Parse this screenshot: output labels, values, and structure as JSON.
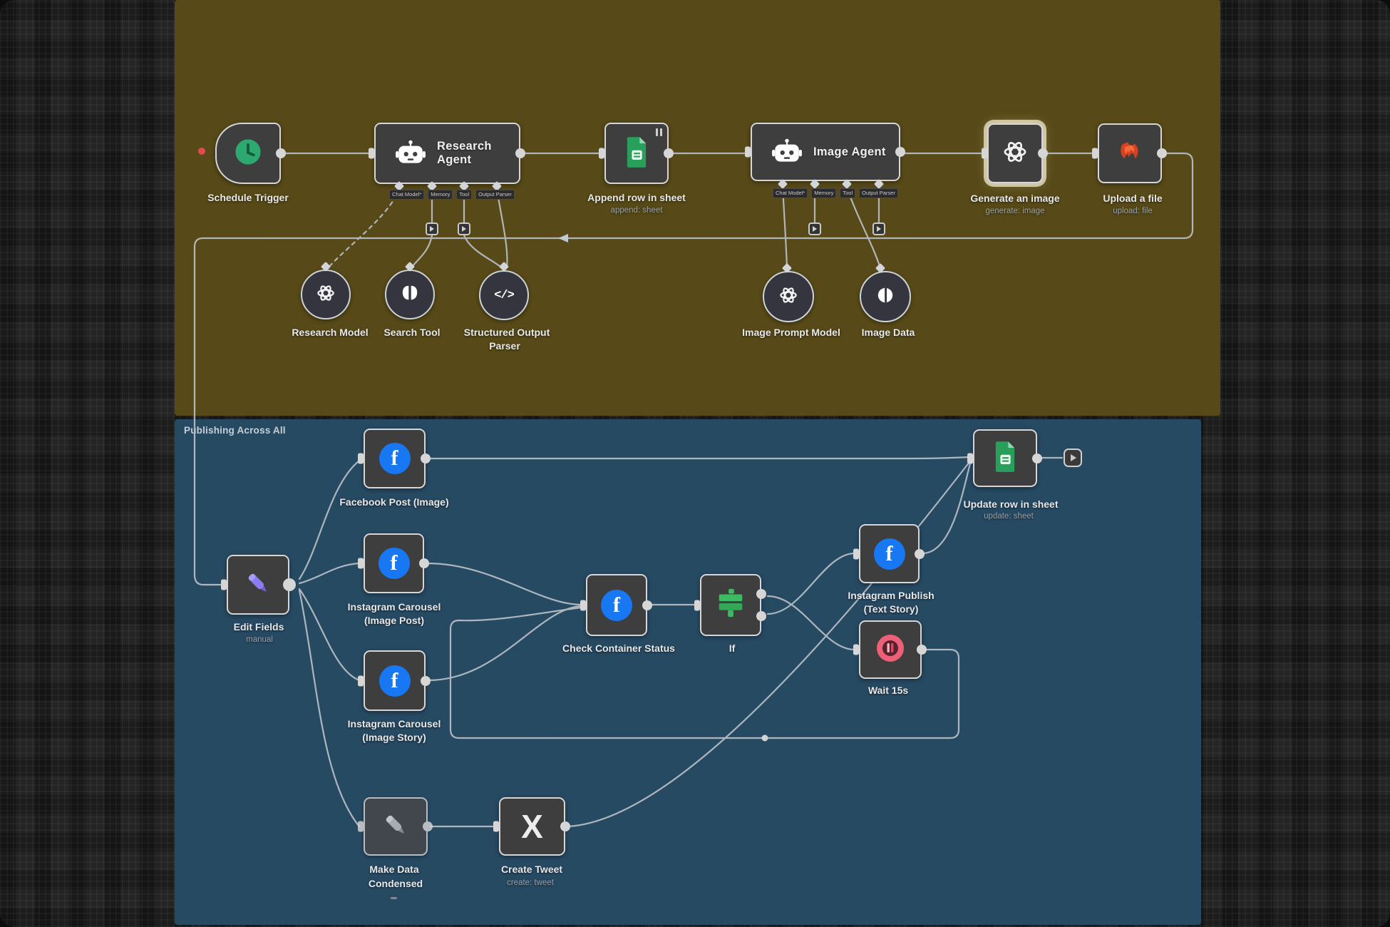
{
  "colors": {
    "background": "#242424",
    "sticky_research": "#574a18",
    "sticky_publish": "#274a63",
    "node_bg": "#3e3e3e",
    "node_border": "#d6d6d6",
    "connector": "#b9bfc6",
    "facebook_blue": "#1877f2",
    "sheets_green": "#28a05c",
    "if_green": "#3dbb63",
    "wait_pink": "#ee6077",
    "pencil_purple": "#8b7cf2",
    "trigger_green": "#2ca870",
    "upload_red": "#d8401f",
    "error_red": "#e5484d",
    "selected_glow": "#e8e0c0"
  },
  "sticky_notes": {
    "publish": {
      "title": "Publishing Across All"
    }
  },
  "agent_ports": {
    "labels": [
      "Chat Model*",
      "Memory",
      "Tool",
      "Output Parser"
    ]
  },
  "nodes": {
    "schedule_trigger": {
      "label": "Schedule Trigger"
    },
    "research_agent": {
      "label": "Research Agent"
    },
    "append_sheet": {
      "label": "Append row in sheet",
      "sublabel": "append: sheet"
    },
    "image_agent": {
      "label": "Image Agent"
    },
    "generate_image": {
      "label": "Generate an image",
      "sublabel": "generate: image"
    },
    "upload_file": {
      "label": "Upload a file",
      "sublabel": "upload: file"
    },
    "research_model": {
      "label": "Research Model"
    },
    "search_tool": {
      "label": "Search Tool"
    },
    "output_parser": {
      "label": "Structured Output",
      "label2": "Parser"
    },
    "image_prompt_model": {
      "label": "Image Prompt Model"
    },
    "image_data": {
      "label": "Image Data"
    },
    "edit_fields": {
      "label": "Edit Fields",
      "sublabel": "manual"
    },
    "fb_post_image": {
      "label": "Facebook Post (Image)"
    },
    "ig_carousel_post": {
      "label": "Instagram Carousel",
      "label2": "(Image Post)"
    },
    "ig_carousel_story": {
      "label": "Instagram Carousel",
      "label2": "(Image Story)"
    },
    "check_container": {
      "label": "Check Container Status"
    },
    "if_node": {
      "label": "If"
    },
    "ig_publish": {
      "label": "Instagram Publish",
      "label2": "(Text Story)"
    },
    "wait": {
      "label": "Wait 15s"
    },
    "update_sheet": {
      "label": "Update row in sheet",
      "sublabel": "update: sheet"
    },
    "make_data": {
      "label": "Make Data",
      "label2": "Condensed"
    },
    "create_tweet": {
      "label": "Create Tweet",
      "sublabel": "create: tweet"
    }
  }
}
